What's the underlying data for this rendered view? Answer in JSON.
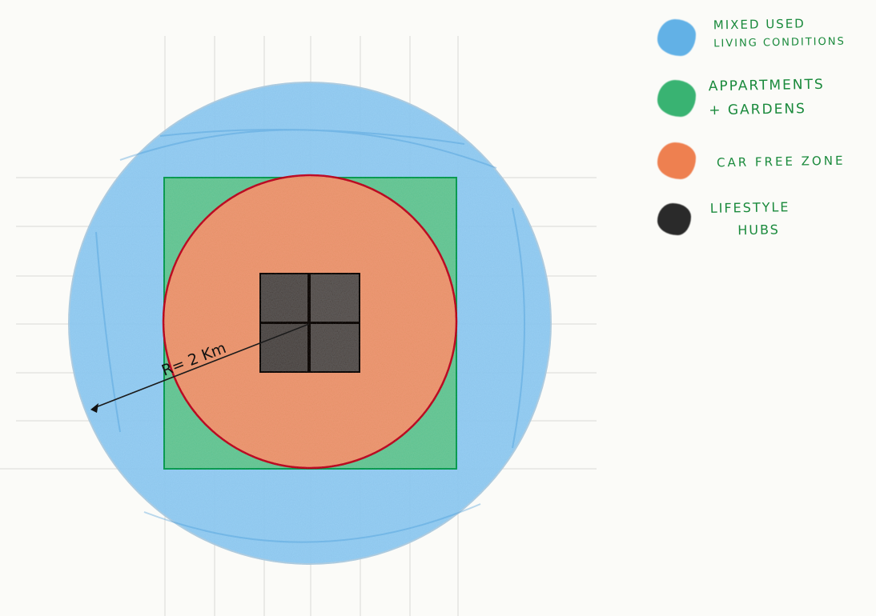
{
  "legend": {
    "items": [
      {
        "lines": [
          "Mixed used",
          "living conditions"
        ],
        "color": "#5aaee6",
        "icon": "scribble-swatch"
      },
      {
        "lines": [
          "Appartments",
          "+ gardens"
        ],
        "color": "#2fb06b",
        "icon": "scribble-swatch"
      },
      {
        "lines": [
          "Car free zone"
        ],
        "color": "#ee7a48",
        "icon": "scribble-swatch"
      },
      {
        "lines": [
          "Lifestyle",
          "hubs"
        ],
        "color": "#1f1f1f",
        "icon": "scribble-swatch"
      }
    ]
  },
  "diagram": {
    "radius_label": "R= 2 Km",
    "colors": {
      "mixed_use": "#8fc6ec",
      "apartments": "#6cc492",
      "car_free": "#ef9574",
      "car_free_border": "#c0203a",
      "hubs": "#555555",
      "grid": "#d8d8d6"
    }
  }
}
